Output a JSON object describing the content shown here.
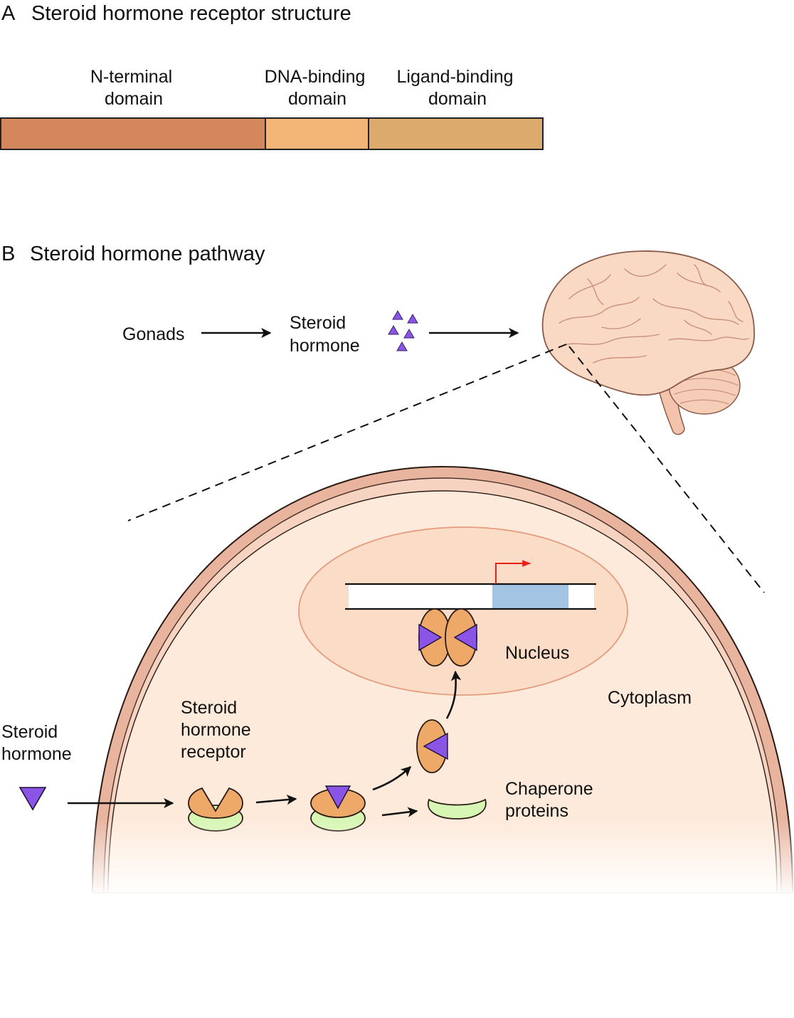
{
  "panel_a": {
    "letter": "A",
    "title": "Steroid hormone receptor structure",
    "domains": [
      {
        "line1": "N-terminal",
        "line2": "domain",
        "color": "#d4875c"
      },
      {
        "line1": "DNA-binding",
        "line2": "domain",
        "color": "#f4b677"
      },
      {
        "line1": "Ligand-binding",
        "line2": "domain",
        "color": "#dcaa6c"
      }
    ]
  },
  "panel_b": {
    "letter": "B",
    "title": "Steroid hormone pathway",
    "gonads": "Gonads",
    "steroid_hormone_top": {
      "line1": "Steroid",
      "line2": "hormone"
    },
    "steroid_hormone_outside": {
      "line1": "Steroid",
      "line2": "hormone"
    },
    "receptor_label": {
      "line1": "Steroid",
      "line2": "hormone",
      "line3": "receptor"
    },
    "nucleus": "Nucleus",
    "cytoplasm": "Cytoplasm",
    "chaperone_label": {
      "line1": "Chaperone",
      "line2": "proteins"
    }
  },
  "colors": {
    "hormone": "#8a55e6",
    "receptor": "#eea868",
    "chaperone": "#d7f6b4",
    "cell_membrane": "#e8b49e",
    "cytoplasm": "#fdeadb",
    "nucleus": "#fbdcc7",
    "gene": "#a4c4e4",
    "promoter_arrow": "#e8201a"
  },
  "icons": [
    "brain-icon"
  ]
}
